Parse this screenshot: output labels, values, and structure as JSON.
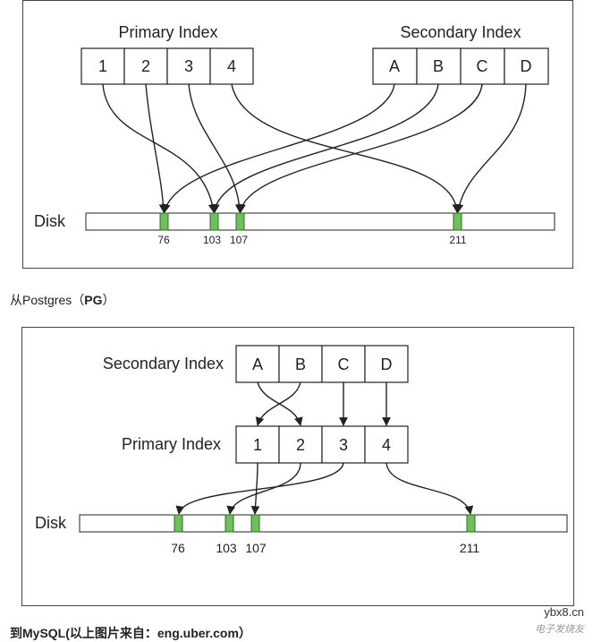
{
  "diagram_pg": {
    "primary_title": "Primary Index",
    "secondary_title": "Secondary Index",
    "primary_cells": [
      "1",
      "2",
      "3",
      "4"
    ],
    "secondary_cells": [
      "A",
      "B",
      "C",
      "D"
    ],
    "disk_label": "Disk",
    "disk_offsets": [
      "76",
      "103",
      "107",
      "211"
    ]
  },
  "caption_pg": {
    "prefix": "从Postgres（",
    "bold": "PG",
    "suffix": "）"
  },
  "diagram_mysql": {
    "secondary_title": "Secondary Index",
    "primary_title": "Primary Index",
    "secondary_cells": [
      "A",
      "B",
      "C",
      "D"
    ],
    "primary_cells": [
      "1",
      "2",
      "3",
      "4"
    ],
    "disk_label": "Disk",
    "disk_offsets": [
      "76",
      "103",
      "107",
      "211"
    ]
  },
  "caption_mysql": {
    "text": "到MySQL(以上图片来自：eng.uber.com）"
  },
  "watermark": {
    "site": "ybx8.cn",
    "brand": "电子发烧友"
  },
  "colors": {
    "block": "#6fbf5b",
    "block_border": "#2e6e2e",
    "stroke": "#222222"
  }
}
